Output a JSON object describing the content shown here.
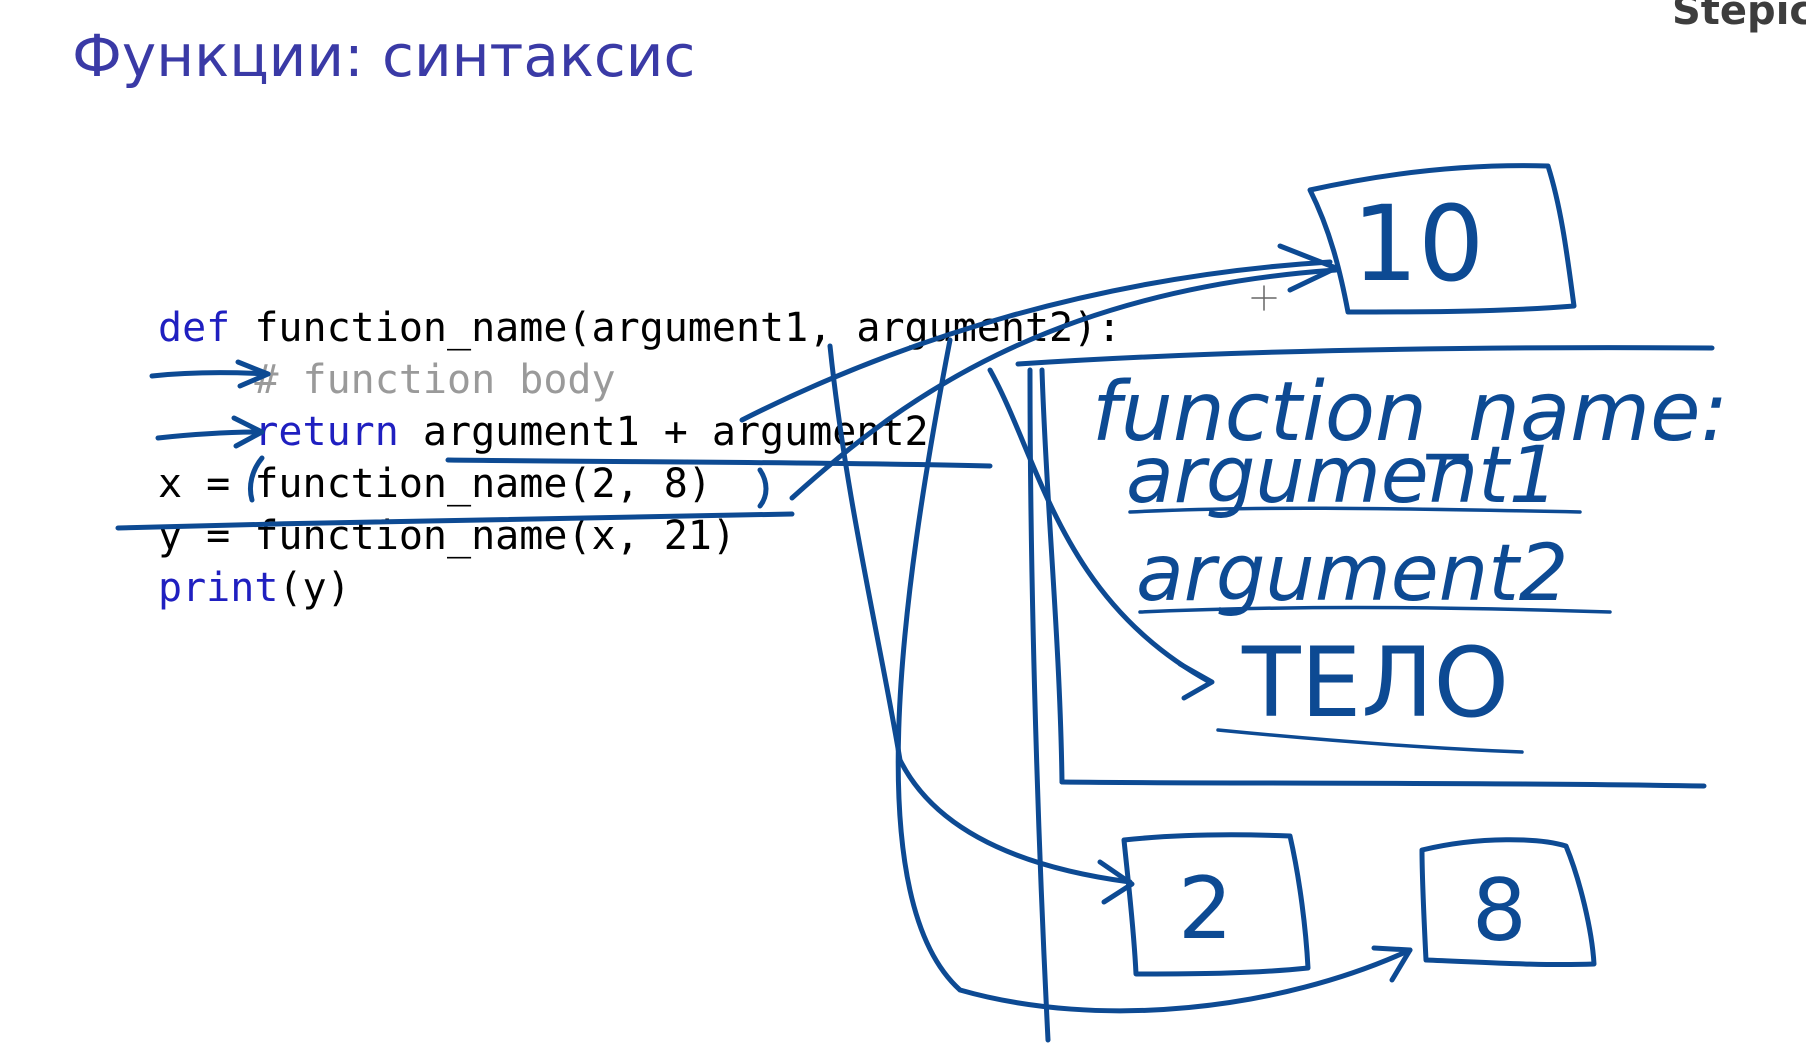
{
  "slide": {
    "title": "Функции: синтаксис",
    "brand": "Stepic"
  },
  "code": {
    "lines": [
      [
        {
          "t": "def",
          "s": "kw"
        },
        {
          "t": " function_name(argument1, argument2):",
          "s": ""
        }
      ],
      [
        {
          "t": "    ",
          "s": ""
        },
        {
          "t": "# function body",
          "s": "cm"
        }
      ],
      [
        {
          "t": "    ",
          "s": ""
        },
        {
          "t": "return",
          "s": "kw"
        },
        {
          "t": " argument1 + argument2",
          "s": ""
        }
      ],
      [
        {
          "t": "x = function_name(2, 8)",
          "s": ""
        }
      ],
      [
        {
          "t": "y = function_name(x, 21)",
          "s": ""
        }
      ],
      [
        {
          "t": "print",
          "s": "kw"
        },
        {
          "t": "(y)",
          "s": ""
        }
      ]
    ]
  },
  "handwriting": {
    "result_value": "10",
    "frame_name": "function_name:",
    "arg1": "argument1",
    "arg2": "argument2",
    "body": "ТЕЛО",
    "value_a": "2",
    "value_b": "8"
  },
  "colors": {
    "title": "#3a3aa6",
    "keyword": "#1f1fc0",
    "comment": "#9a9a9a",
    "ink": "#0d4a93",
    "brand": "#3d3d3d"
  }
}
